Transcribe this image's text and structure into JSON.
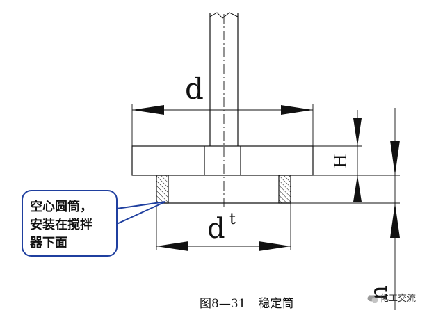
{
  "labels": {
    "diameter": "d",
    "inner_diameter_base": "d",
    "inner_diameter_sup": "t",
    "height": "H",
    "clearance": "h"
  },
  "callout": {
    "lines": [
      "空心圆筒，",
      "安装在搅拌",
      "器下面"
    ]
  },
  "caption": {
    "number": "图8—31",
    "title": "稳定筒"
  },
  "watermark": {
    "text": "化工交流"
  }
}
